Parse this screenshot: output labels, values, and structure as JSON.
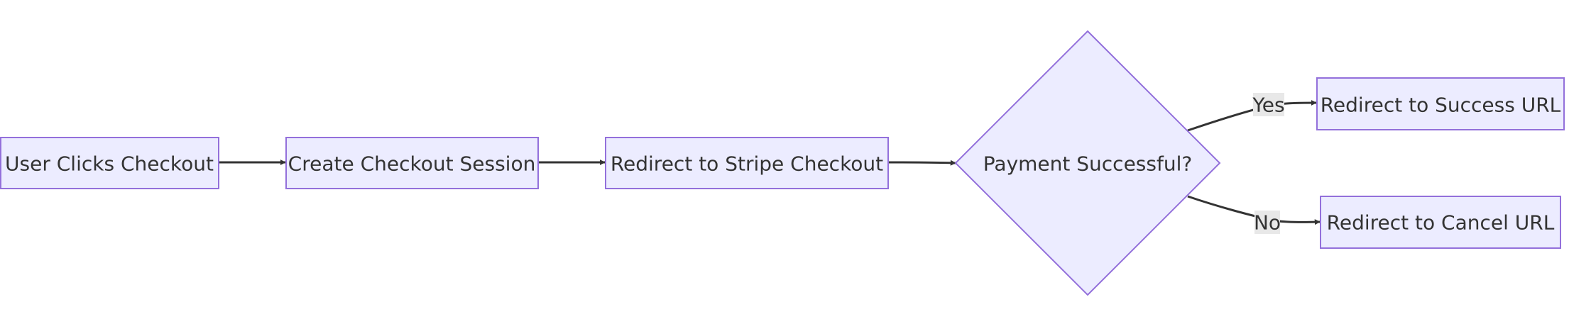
{
  "diagram": {
    "nodes": {
      "user_clicks": {
        "label": "User Clicks Checkout"
      },
      "create_session": {
        "label": "Create Checkout Session"
      },
      "redirect_stripe": {
        "label": "Redirect to Stripe Checkout"
      },
      "payment_decision": {
        "label": "Payment Successful?"
      },
      "redirect_success": {
        "label": "Redirect to Success URL"
      },
      "redirect_cancel": {
        "label": "Redirect to Cancel URL"
      }
    },
    "edges": {
      "yes": {
        "label": "Yes"
      },
      "no": {
        "label": "No"
      }
    },
    "colors": {
      "node_fill": "#ececff",
      "node_stroke": "#9370db",
      "edge": "#333333",
      "edge_label_bg": "#e8e8e8",
      "text": "#333333"
    }
  }
}
